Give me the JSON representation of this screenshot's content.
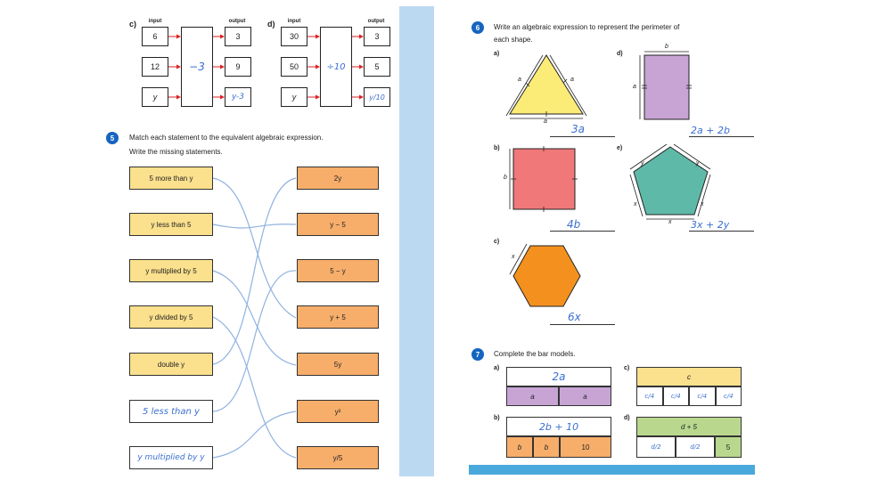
{
  "section_c": {
    "label": "c)",
    "input_header": "input",
    "output_header": "output",
    "inputs": [
      "6",
      "12",
      "y"
    ],
    "operation": "−3",
    "outputs": [
      "3",
      "9",
      "y-3"
    ]
  },
  "section_d": {
    "label": "d)",
    "input_header": "input",
    "output_header": "output",
    "inputs": [
      "30",
      "50",
      "y"
    ],
    "operation": "÷10",
    "outputs": [
      "3",
      "5",
      "y/10"
    ]
  },
  "q5": {
    "number": "5",
    "line1": "Match each statement to the equivalent algebraic expression.",
    "line2": "Write the missing statements.",
    "statements": [
      "5 more than y",
      "y less than 5",
      "y multiplied by 5",
      "y divided by 5",
      "double y",
      "5 less than y",
      "y multiplied by y"
    ],
    "expressions": [
      "2y",
      "y − 5",
      "5 − y",
      "y + 5",
      "5y",
      "y²",
      "y/5"
    ]
  },
  "q6": {
    "number": "6",
    "line1": "Write an algebraic expression to represent the perimeter of",
    "line2": "each shape.",
    "shape_a": {
      "label": "a)",
      "side": "a",
      "answer": "3a"
    },
    "shape_b": {
      "label": "b)",
      "side": "b",
      "answer": "4b"
    },
    "shape_c": {
      "label": "c)",
      "side": "x",
      "answer": "6x"
    },
    "shape_d": {
      "label": "d)",
      "side_top": "b",
      "side_left": "a",
      "answer": "2a + 2b"
    },
    "shape_e": {
      "label": "e)",
      "side_y": "y",
      "side_x": "x",
      "answer": "3x + 2y"
    }
  },
  "q7": {
    "number": "7",
    "text": "Complete the bar models.",
    "bar_a": {
      "label": "a)",
      "total": "2a",
      "parts": [
        "a",
        "a"
      ]
    },
    "bar_b": {
      "label": "b)",
      "total": "2b + 10",
      "parts": [
        "b",
        "b",
        "10"
      ]
    },
    "bar_c": {
      "label": "c)",
      "total": "c",
      "parts": [
        "c/4",
        "c/4",
        "c/4",
        "c/4"
      ]
    },
    "bar_d": {
      "label": "d)",
      "total": "d + 5",
      "parts": [
        "d/2",
        "d/2",
        "5"
      ]
    }
  },
  "colors": {
    "divider": "#bcd9f2",
    "blue_number": "#1565c0",
    "yellow": "#fbe08d",
    "orange": "#f7ae6b",
    "purple": "#c7a4d4",
    "red": "#f07878",
    "teal": "#5fb9a8",
    "hexagon": "#f4911e",
    "green": "#b9d88e",
    "handwriting": "#3a6fd0",
    "bottom_bar": "#4aa9dc"
  }
}
